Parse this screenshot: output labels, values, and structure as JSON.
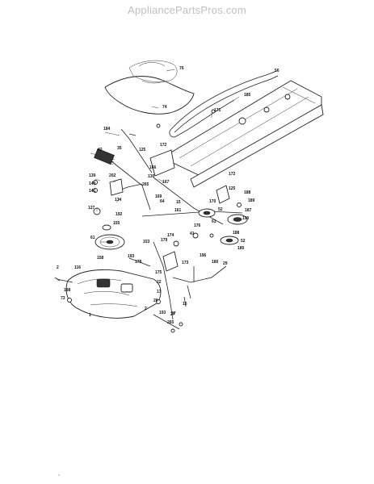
{
  "header": {
    "site_title": "AppliancePartsPros.com"
  },
  "footer": {
    "mark": "e"
  },
  "diagram": {
    "part_labels": [
      "76",
      "56",
      "74",
      "185",
      "171",
      "184",
      "172",
      "35",
      "125",
      "42",
      "166",
      "130",
      "139",
      "140",
      "141",
      "202",
      "134",
      "127",
      "192",
      "265",
      "167",
      "169",
      "64",
      "15",
      "161",
      "170",
      "172",
      "125",
      "188",
      "189",
      "52",
      "187",
      "190",
      "61",
      "155",
      "61",
      "174",
      "179",
      "153",
      "176",
      "41",
      "52",
      "188",
      "180",
      "116",
      "2",
      "178",
      "158",
      "193",
      "175",
      "22",
      "196",
      "173",
      "180",
      "29",
      "73",
      "17",
      "26",
      "188",
      "1",
      "2",
      "27",
      "265",
      "37",
      "193",
      "15"
    ]
  }
}
